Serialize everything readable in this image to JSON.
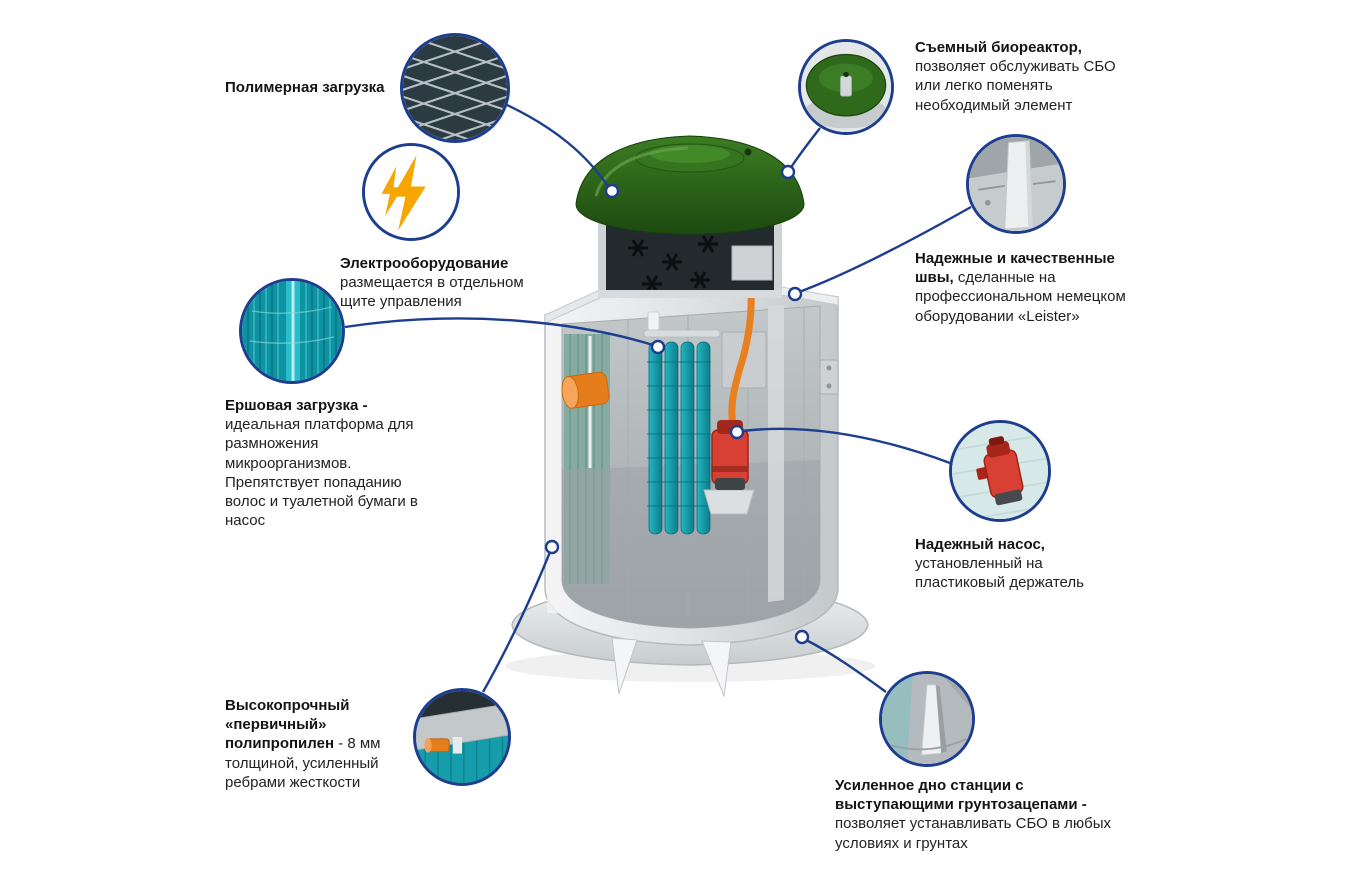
{
  "colors": {
    "accent": "#1d3e8f",
    "lightning": "#f7a600",
    "lid_green": "#2e6b1b",
    "brush_teal": "#1099a6",
    "pipe_orange": "#e57d1c",
    "pump_red": "#d84033"
  },
  "callouts": {
    "polymer": {
      "title": "Полимерная загрузка",
      "body": ""
    },
    "electro": {
      "title": "Электрооборудование",
      "body": "\nразмещается в отдельном\nщите управления"
    },
    "brush": {
      "title": "Ершовая загрузка -",
      "body": "\nидеальная платформа для\nразмножения\nмикроорганизмов.\nПрепятствует попаданию\nволос и туалетной бумаги в\nнасос"
    },
    "polyprop": {
      "title": "Высокопрочный\n«первичный»\nполипропилен",
      "body": " - 8 мм\nтолщиной, усиленный\nребрами жесткости"
    },
    "bioreactor": {
      "title": "Съемный биореактор,",
      "body": "\nпозволяет обслуживать СБО\nили легко поменять\nнеобходимый элемент"
    },
    "seams": {
      "title": "Надежные и качественные\nшвы,",
      "body": " сделанные на\nпрофессиональном немецком\nоборудовании «Leister»"
    },
    "pump": {
      "title": "Надежный насос,",
      "body": "\nустановленный на\nпластиковый держатель"
    },
    "bottom": {
      "title": "Усиленное дно станции с\nвыступающими грунтозацепами -",
      "body": "\nпозволяет устанавливать СБО в любых\nусловиях и грунтах"
    }
  },
  "icons": {
    "polymer": "mesh-texture-icon",
    "electro": "lightning-icon",
    "brush": "brush-texture-icon",
    "polyprop": "wall-cutaway-icon",
    "bioreactor": "green-lid-icon",
    "seams": "weld-seam-icon",
    "pump": "red-pump-icon",
    "bottom": "ribbed-bottom-icon"
  }
}
